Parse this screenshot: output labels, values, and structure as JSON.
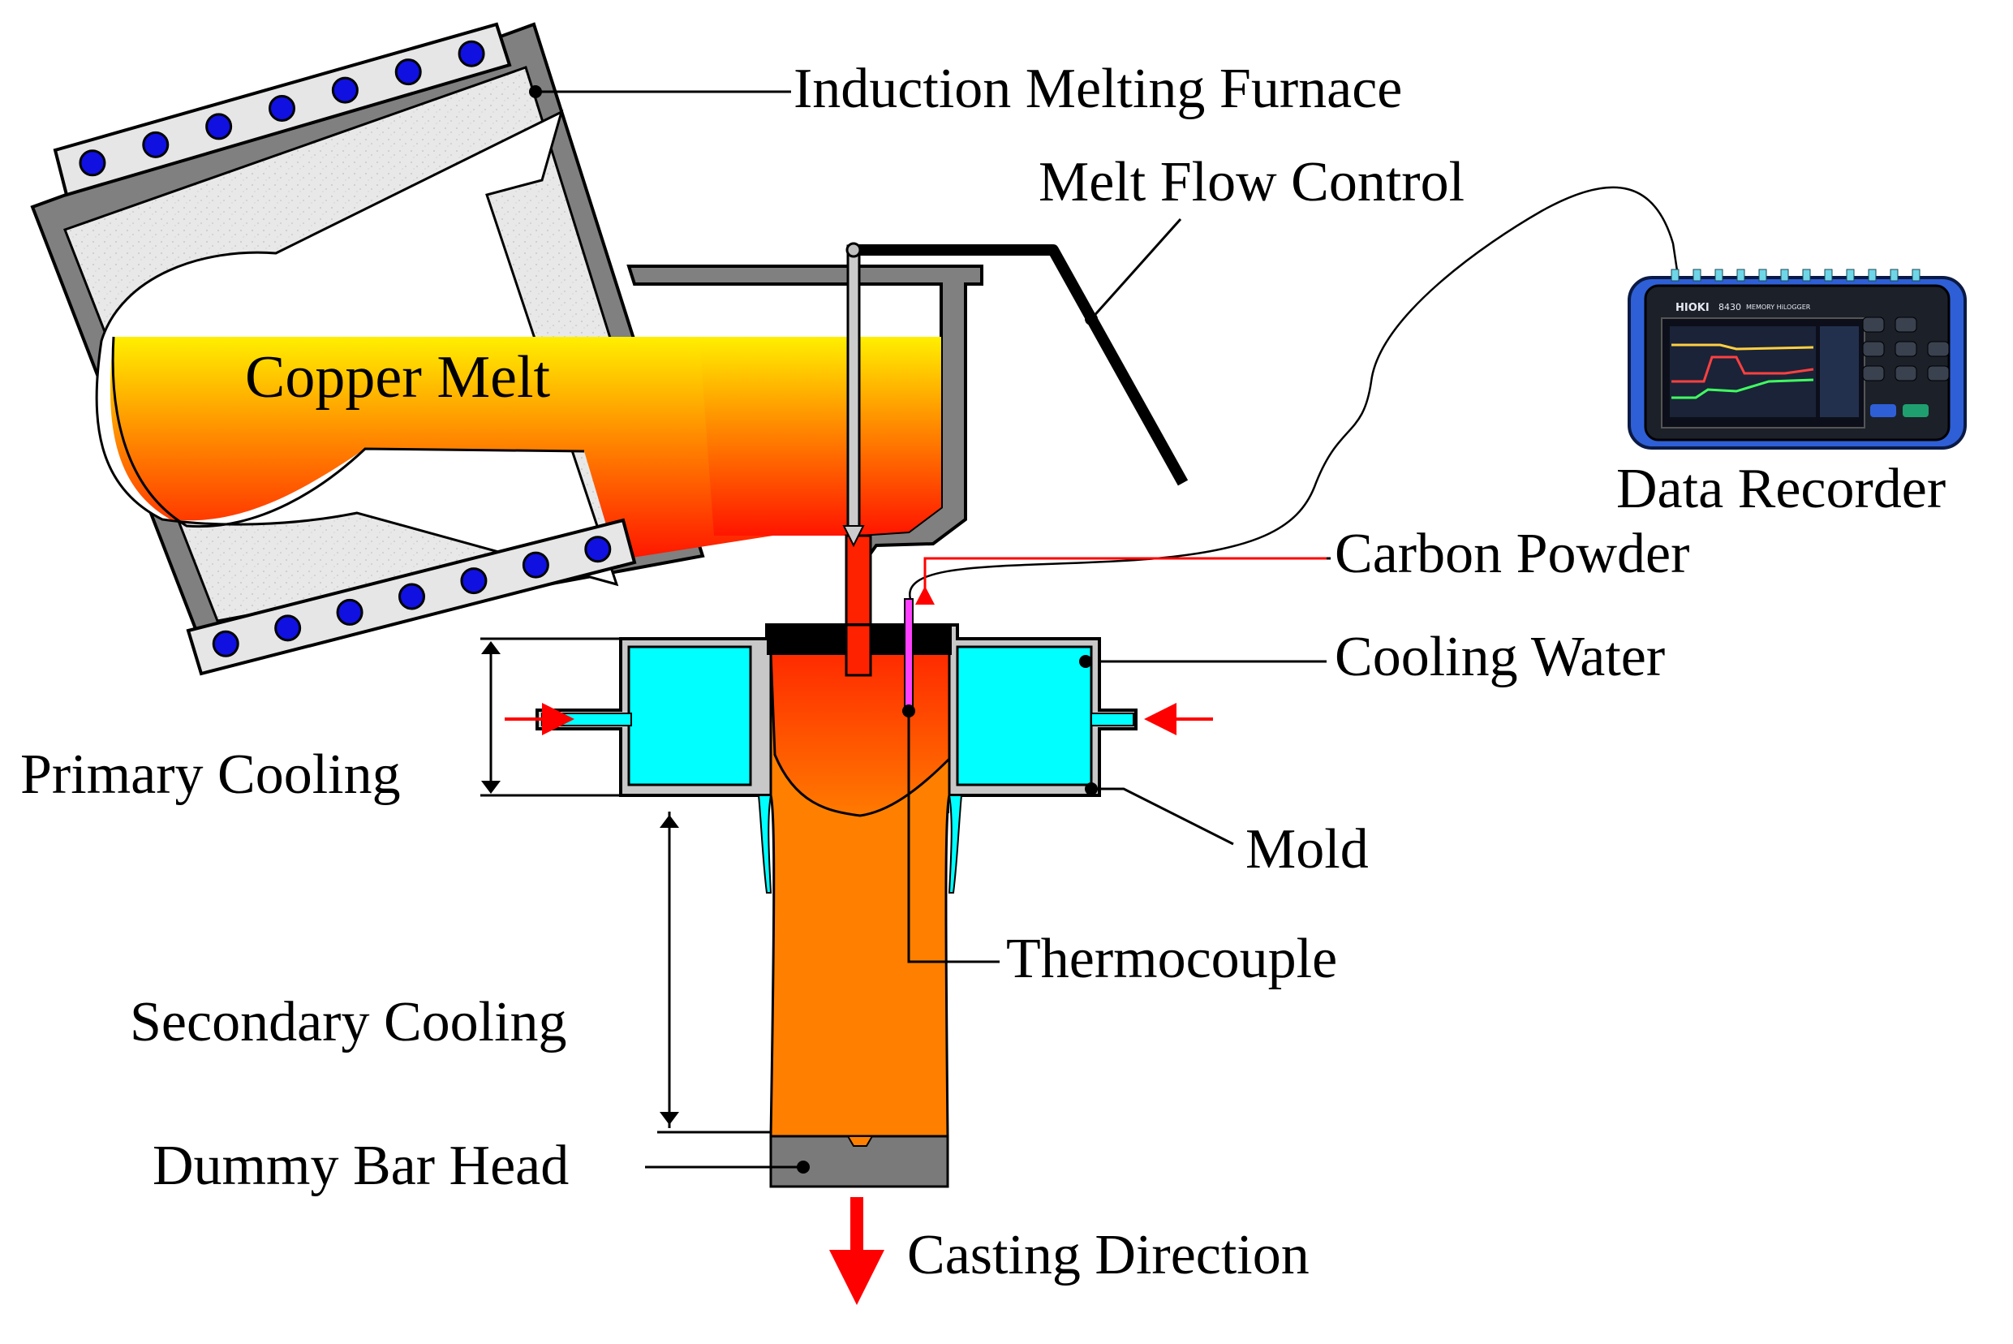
{
  "labels": {
    "induction_furnace": "Induction Melting Furnace",
    "melt_flow_control": "Melt Flow Control",
    "copper_melt": "Copper Melt",
    "data_recorder": "Data Recorder",
    "carbon_powder": "Carbon Powder",
    "cooling_water": "Cooling Water",
    "primary_cooling": "Primary Cooling",
    "mold": "Mold",
    "thermocouple": "Thermocouple",
    "secondary_cooling": "Secondary Cooling",
    "dummy_bar_head": "Dummy Bar Head",
    "casting_direction": "Casting Direction"
  },
  "logger": {
    "brand": "HIOKI",
    "model": "8430",
    "subtitle": "MEMORY HiLOGGER"
  },
  "colors": {
    "furnace_wall": "#808080",
    "refractory": "#e6e6e6",
    "coil_dot": "#1010e0",
    "melt_top": "#ffea00",
    "melt_mid": "#ff7a00",
    "melt_bottom": "#ff1a00",
    "cooling_water": "#00ffff",
    "ingot": "#ff8000",
    "dummy_bar": "#7a7a7a",
    "carbon_powder": "#000000",
    "thermocouple": "#ff40ff",
    "arrow": "#ff0000",
    "logger_body": "#1c2028",
    "logger_bumper": "#2e5fd6"
  }
}
